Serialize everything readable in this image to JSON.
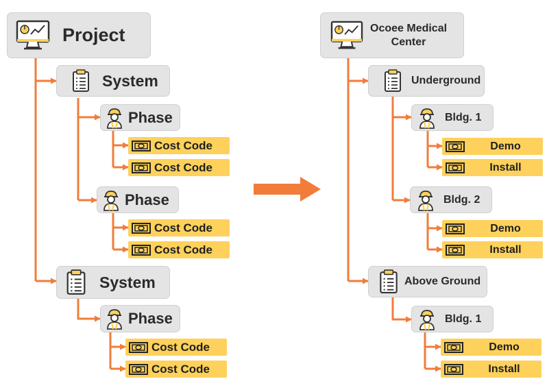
{
  "left": {
    "project": {
      "label": "Project",
      "icon": "monitor-chart-icon"
    },
    "systems": [
      {
        "label": "System",
        "icon": "clipboard-icon",
        "phases": [
          {
            "label": "Phase",
            "icon": "worker-icon",
            "codes": [
              "Cost Code",
              "Cost Code"
            ]
          },
          {
            "label": "Phase",
            "icon": "worker-icon",
            "codes": [
              "Cost Code",
              "Cost Code"
            ]
          }
        ]
      },
      {
        "label": "System",
        "icon": "clipboard-icon",
        "phases": [
          {
            "label": "Phase",
            "icon": "worker-icon",
            "codes": [
              "Cost Code",
              "Cost Code"
            ]
          }
        ]
      }
    ]
  },
  "right": {
    "project": {
      "line1": "Ocoee Medical",
      "line2": "Center",
      "icon": "monitor-chart-icon"
    },
    "systems": [
      {
        "label": "Underground",
        "icon": "clipboard-icon",
        "phases": [
          {
            "label": "Bldg. 1",
            "icon": "worker-icon",
            "codes": [
              "Demo",
              "Install"
            ]
          },
          {
            "label": "Bldg. 2",
            "icon": "worker-icon",
            "codes": [
              "Demo",
              "Install"
            ]
          }
        ]
      },
      {
        "label": "Above Ground",
        "icon": "clipboard-icon",
        "phases": [
          {
            "label": "Bldg. 1",
            "icon": "worker-icon",
            "codes": [
              "Demo",
              "Install"
            ]
          }
        ]
      }
    ]
  },
  "colors": {
    "connector": "#f27c3a",
    "node_bg": "#e4e4e4",
    "cost_bg": "#fdd15b"
  },
  "icons": {
    "cost": "money-bill-icon",
    "transition": "arrow-right-icon"
  }
}
